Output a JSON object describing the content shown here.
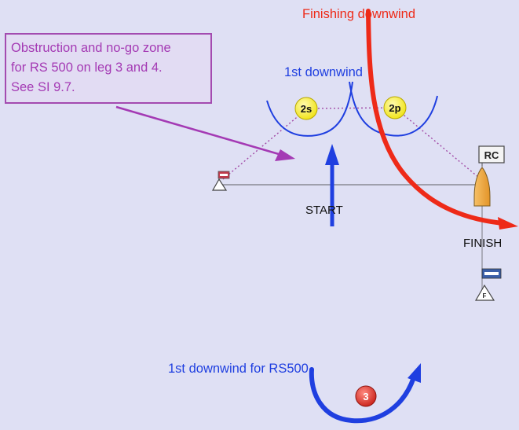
{
  "annotation": {
    "lines": [
      "Obstruction and no-go zone",
      "for RS 500 on leg 3 and 4.",
      "See SI 9.7."
    ]
  },
  "labels": {
    "finishing_downwind": "Finishing downwind",
    "first_downwind": "1st downwind",
    "start": "START",
    "finish": "FINISH",
    "first_downwind_rs500": "1st downwind for RS500"
  },
  "marks": {
    "gate_starboard": "2s",
    "gate_port": "2p",
    "mark_3": "3",
    "committee_boat": "RC",
    "finish_flag": "F"
  },
  "colors": {
    "background": "#dfe0f4",
    "route_blue": "#1f3fe0",
    "finishing_red": "#ee2a18",
    "annotation_purple": "#a43ab4",
    "gate_mark_yellow": "#f5ee1d",
    "mark_red": "#d92a22",
    "committee_boat_orange": "#eeaa3c"
  }
}
